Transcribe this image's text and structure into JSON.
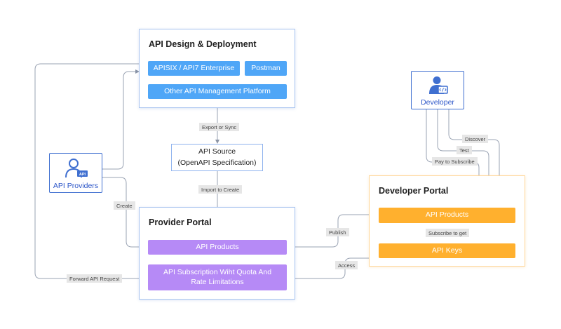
{
  "design_group": {
    "title": "API Design & Deployment",
    "items": [
      "APISIX / API7 Enterprise",
      "Postman",
      "Other API Management Platform"
    ]
  },
  "api_source": {
    "line1": "API Source",
    "line2": "(OpenAPI Specification)"
  },
  "provider_portal": {
    "title": "Provider Portal",
    "api_products": "API Products",
    "subscription": "API Subscription Wiht Quota And Rate Limitations"
  },
  "developer_portal": {
    "title": "Developer Portal",
    "api_products": "API Products",
    "api_keys": "API Keys"
  },
  "actors": {
    "providers": {
      "label": "API Providers",
      "icon": "api-provider-person-icon"
    },
    "developer": {
      "label": "Developer",
      "icon": "developer-code-person-icon"
    }
  },
  "edge_labels": {
    "export_sync": "Export or Sync",
    "import_create": "Import to Create",
    "create": "Create",
    "publish": "Publish",
    "access": "Access",
    "forward": "Forward API Request",
    "subscribe_get": "Subscribe to get",
    "discover": "Discover",
    "test": "Test",
    "pay": "Pay to Subscribe"
  },
  "colors": {
    "blue": "#4fa6f7",
    "purple": "#b68af6",
    "orange": "#ffb02e",
    "border": "#a9c4f0",
    "actor": "#2b55c8"
  }
}
